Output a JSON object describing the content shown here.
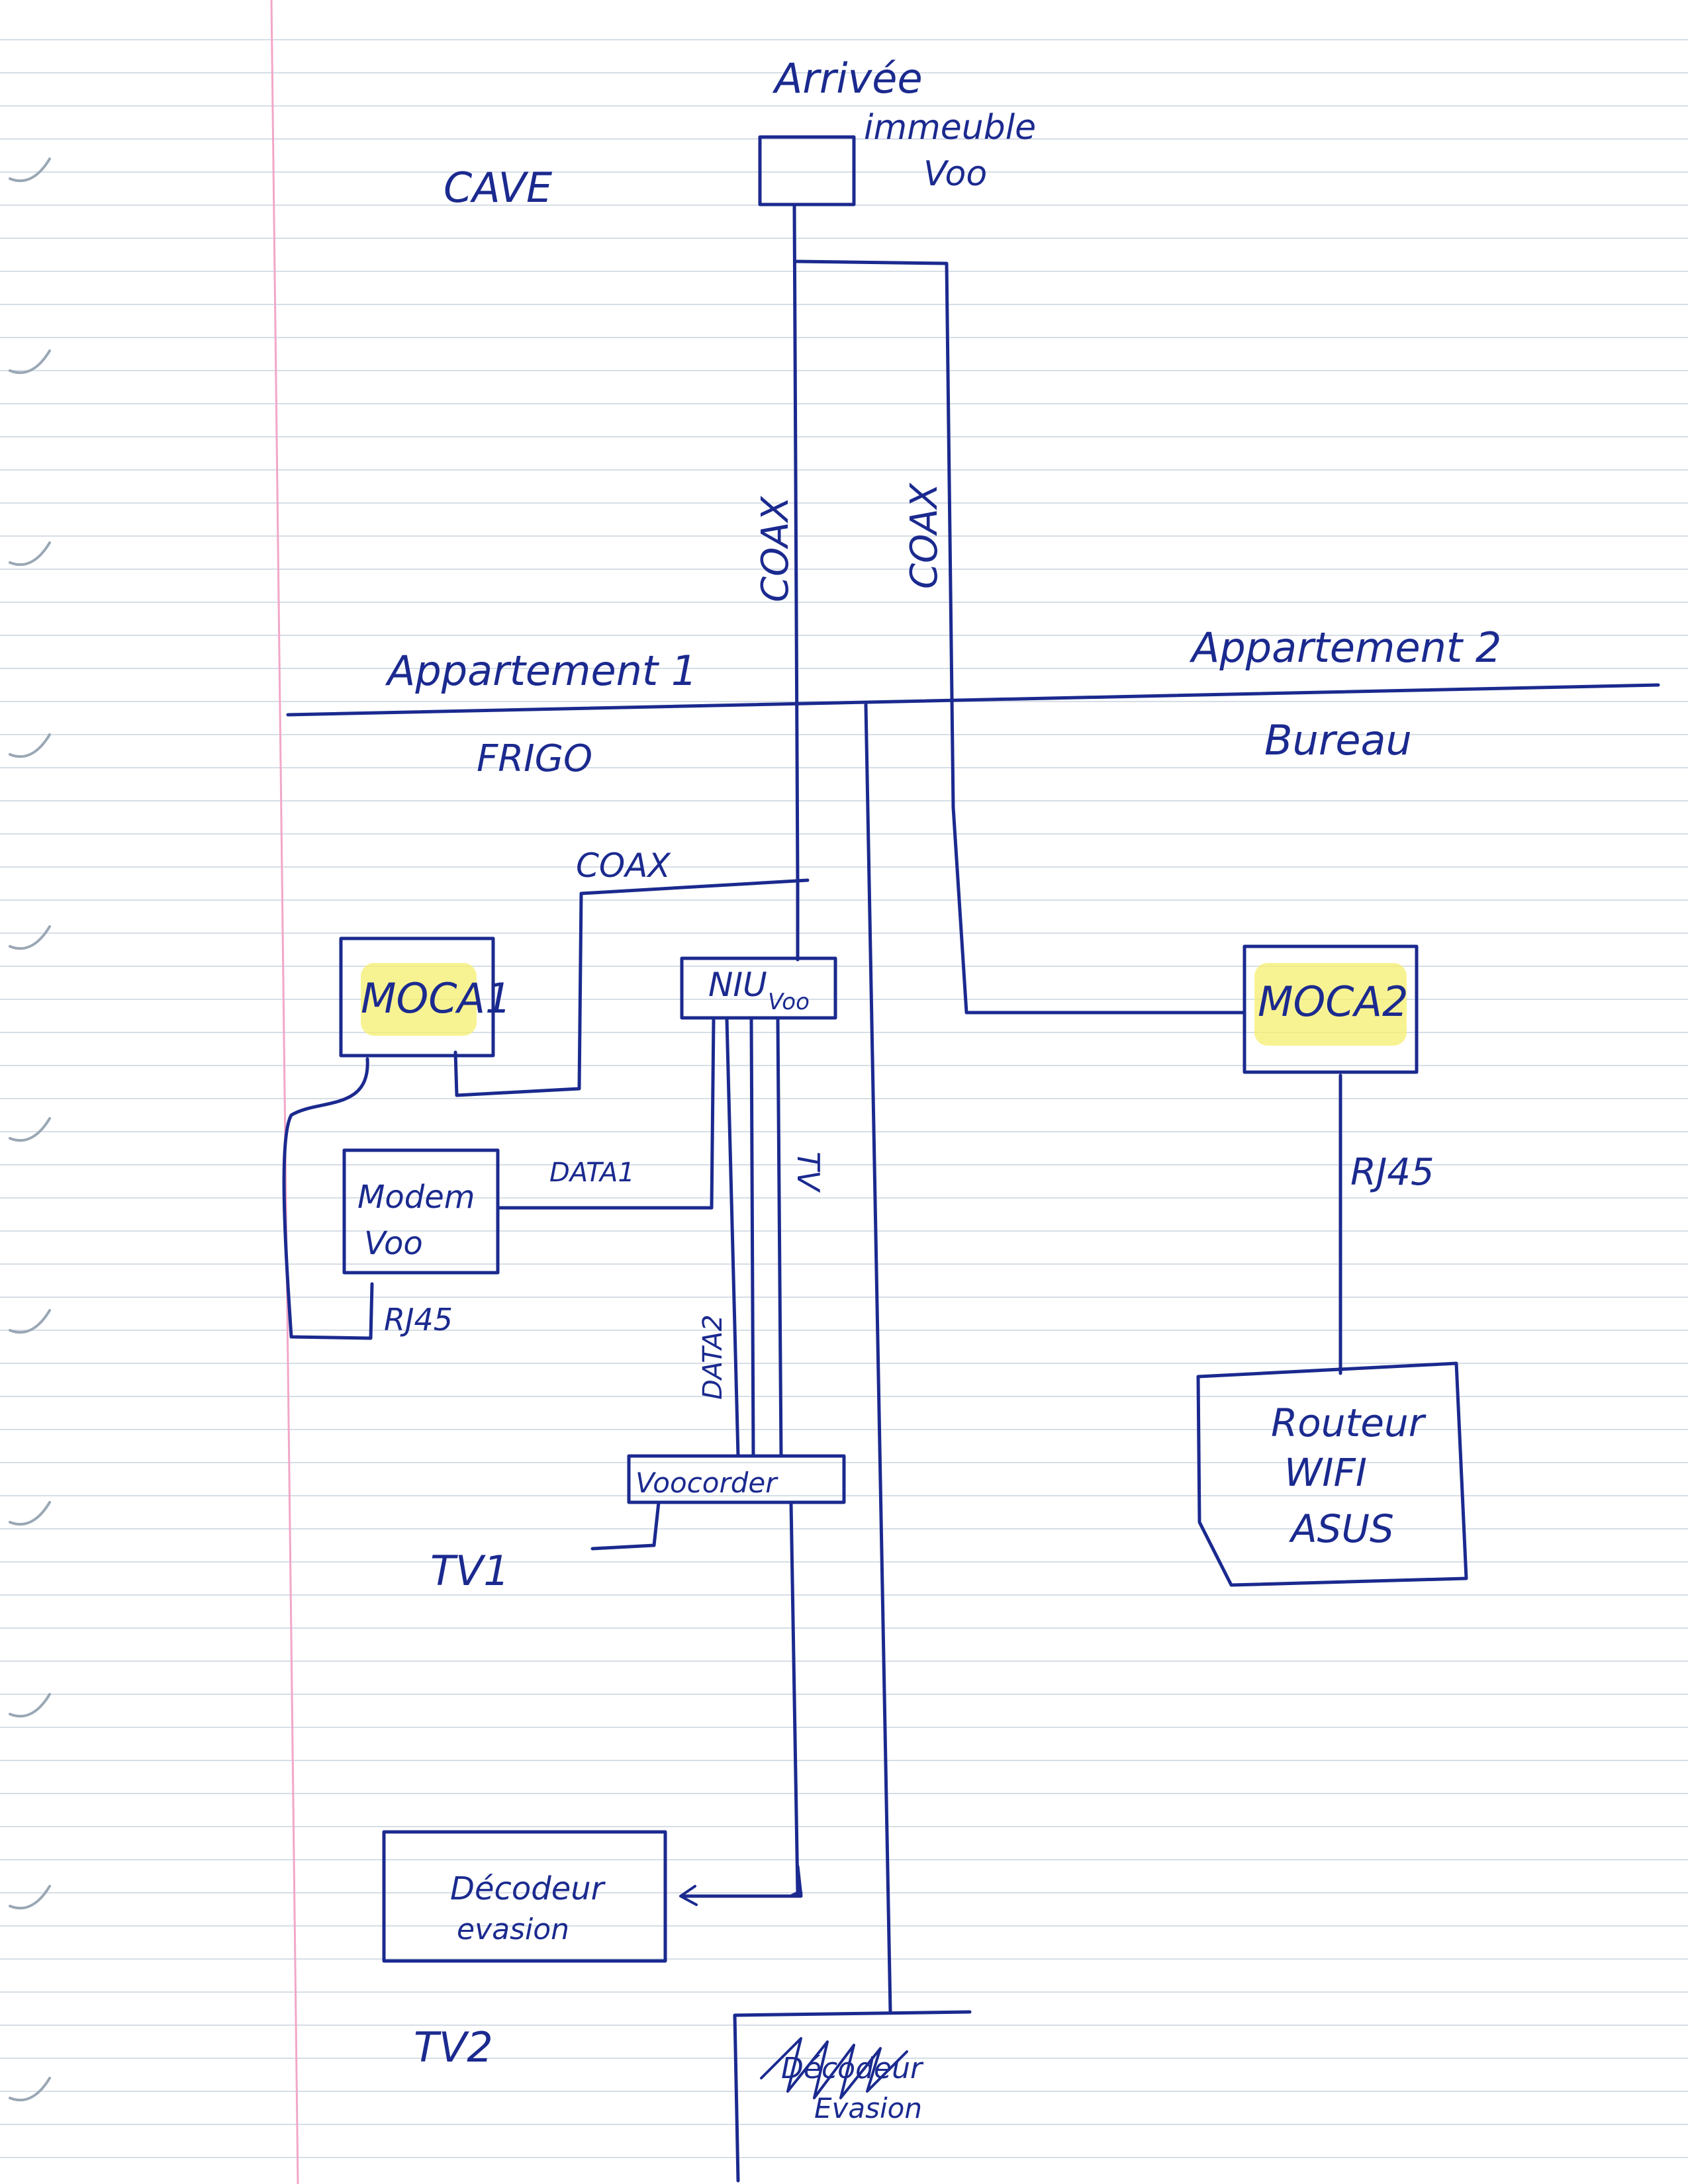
{
  "labels": {
    "cave": "CAVE",
    "arrivee": [
      "Arrivée",
      "immeuble",
      "Voo"
    ],
    "coax_left": "COAX",
    "coax_right": "COAX",
    "appartement1": "Appartement 1",
    "appartement2": "Appartement 2",
    "frigo": "FRIGO",
    "bureau": "Bureau",
    "coax_moca1": "COAX",
    "moca1": "MOCA1",
    "moca2": "MOCA2",
    "niu": [
      "NIU",
      "Voo"
    ],
    "modem": [
      "Modem",
      "Voo"
    ],
    "data1": "DATA1",
    "data2": "DATA2",
    "tv": "TV",
    "rj45_left": "RJ45",
    "rj45_right": "RJ45",
    "voocorder": "Voocorder",
    "tv1": "TV1",
    "routeur": [
      "Routeur",
      "WIFI",
      "ASUS"
    ],
    "decodeur": [
      "Décodeur",
      "evasion"
    ],
    "tv2": "TV2",
    "decodeur_barre": [
      "Décodeur",
      "Evasion"
    ]
  },
  "colors": {
    "ink": "#1b2a8f",
    "highlight": "#f5ef6e",
    "margin_line": "#f2a7c8",
    "ruling": "#c9d3de"
  }
}
